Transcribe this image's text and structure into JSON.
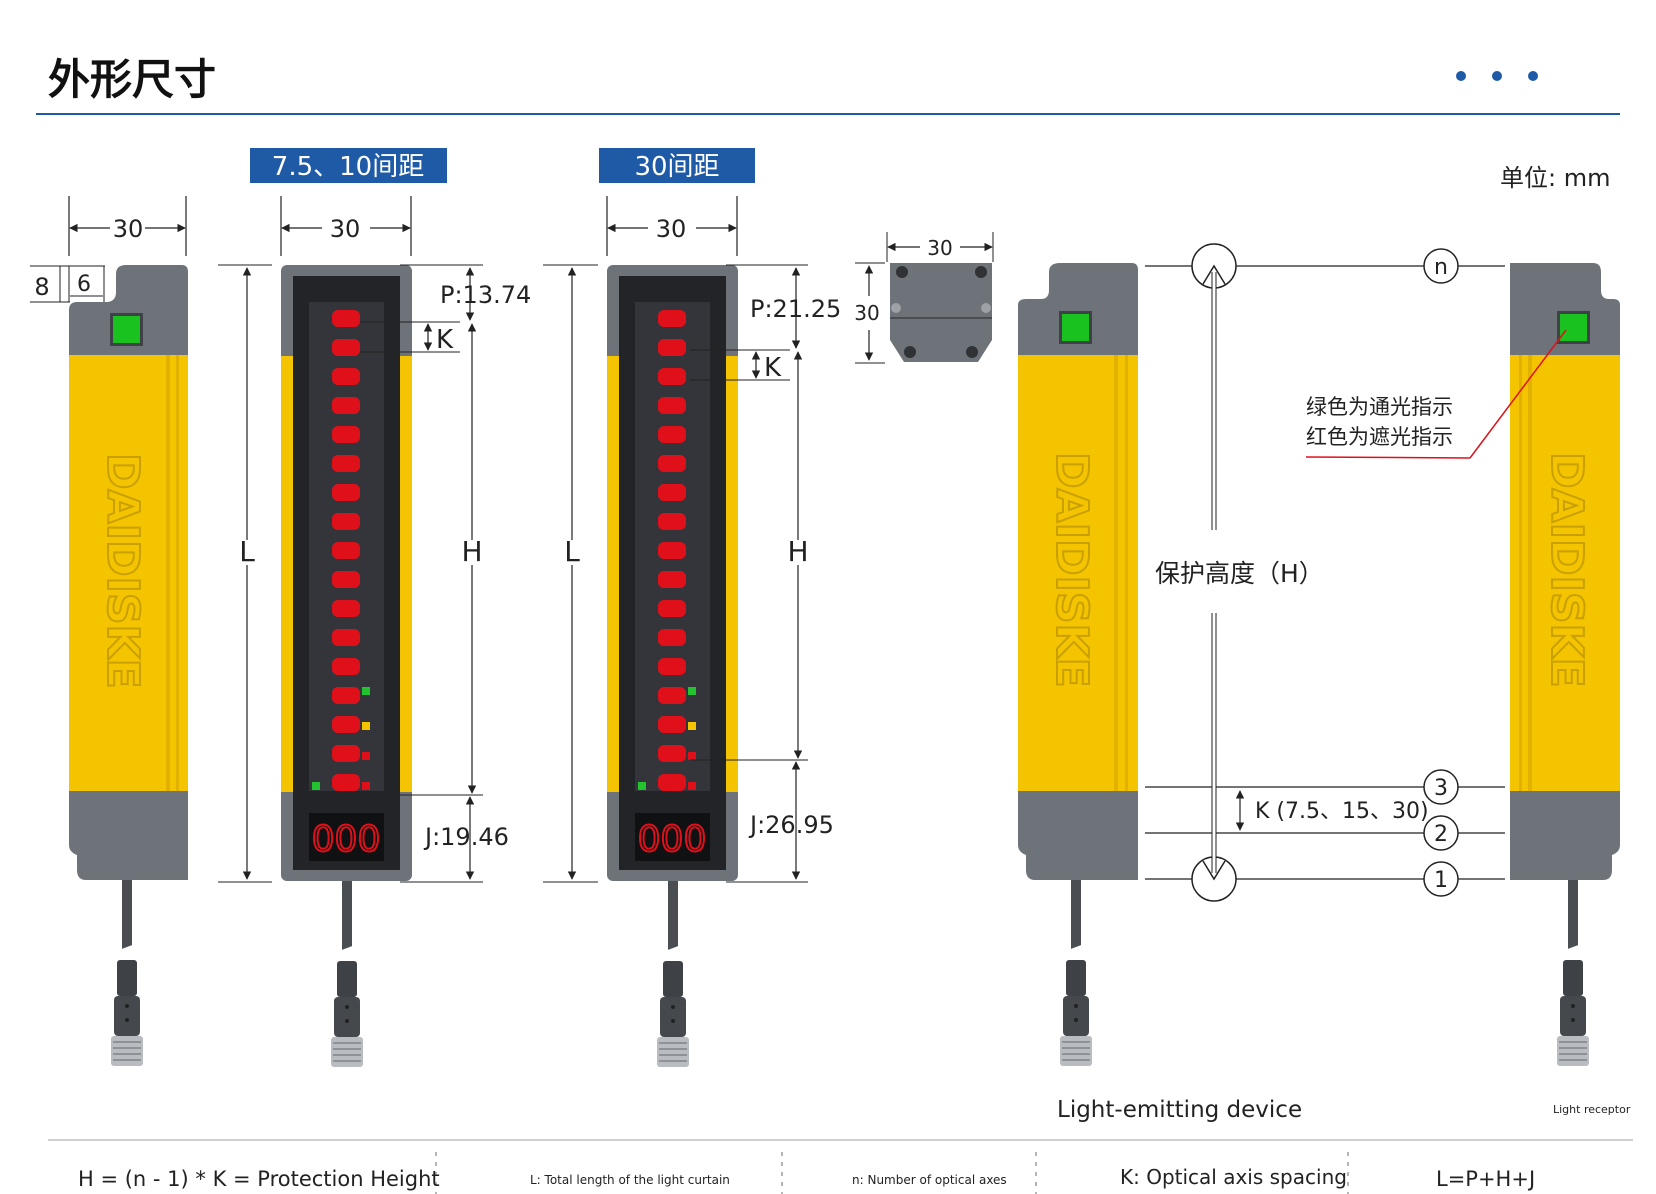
{
  "header": {
    "title": "外形尺寸",
    "unit": "单位: mm",
    "accent": "#1f5aa6"
  },
  "colors": {
    "housing_yellow": "#f5c400",
    "housing_gray": "#6e737a",
    "panel_dark": "#232427",
    "led_red": "#e0101a",
    "led_green": "#22c32e",
    "indicator_green": "#19c21f",
    "callout_red": "#e0101a"
  },
  "side_view": {
    "width": "30",
    "dim_top": "8",
    "dim_step": "6",
    "brand": "DAIDISKE"
  },
  "front_view_a": {
    "tag": "7.5、10间距",
    "width": "30",
    "P": "P:13.74",
    "K": "K",
    "H": "H",
    "L": "L",
    "J": "J:19.46",
    "display": "000"
  },
  "front_view_b": {
    "tag": "30间距",
    "width": "30",
    "P": "P:21.25",
    "K": "K",
    "H": "H",
    "L": "L",
    "J": "J:26.95",
    "display": "000"
  },
  "end_view": {
    "width": "30",
    "height": "30"
  },
  "pair_view": {
    "brand": "DAIDISKE",
    "callout_line1": "绿色为通光指示",
    "callout_line2": "红色为遮光指示",
    "protect_height": "保护高度（H）",
    "k_spacing": "K (7.5、15、30)",
    "axis_n": "n",
    "axis_3": "3",
    "axis_2": "2",
    "axis_1": "1",
    "emitter_label": "Light-emitting device",
    "receiver_label": "Light receptor"
  },
  "footer": {
    "items": [
      "H = (n - 1) * K = Protection Height",
      "L: Total length of the light curtain",
      "n: Number of optical axes",
      "K: Optical axis spacing",
      "L=P+H+J"
    ]
  }
}
